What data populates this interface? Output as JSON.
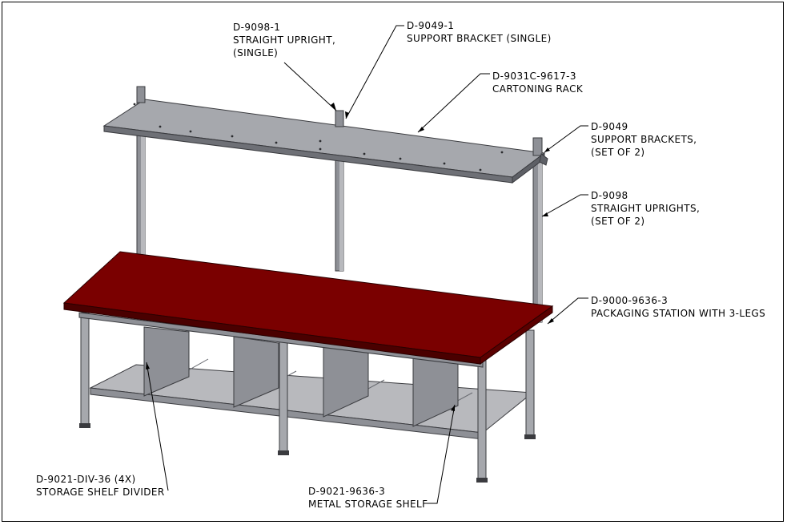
{
  "callouts": {
    "straight_upright_single": {
      "part": "D-9098-1",
      "lines": [
        "STRAIGHT UPRIGHT,",
        "(SINGLE)"
      ]
    },
    "support_bracket_single": {
      "part": "D-9049-1",
      "lines": [
        "SUPPORT BRACKET (SINGLE)"
      ]
    },
    "cartoning_rack": {
      "part": "D-9031C-9617-3",
      "lines": [
        "CARTONING RACK"
      ]
    },
    "support_brackets_set": {
      "part": "D-9049",
      "lines": [
        "SUPPORT BRACKETS,",
        "(SET OF 2)"
      ]
    },
    "straight_uprights_set": {
      "part": "D-9098",
      "lines": [
        "STRAIGHT UPRIGHTS,",
        "(SET OF 2)"
      ]
    },
    "packaging_station": {
      "part": "D-9000-9636-3",
      "lines": [
        "PACKAGING STATION WITH 3-LEGS"
      ]
    },
    "storage_shelf_divider": {
      "part": "D-9021-DIV-36 (4X)",
      "lines": [
        "STORAGE SHELF DIVIDER"
      ]
    },
    "metal_storage_shelf": {
      "part": "D-9021-9636-3",
      "lines": [
        "METAL STORAGE SHELF"
      ]
    }
  },
  "colors": {
    "worktop": "#7a0000",
    "worktop_edge": "#4a0000",
    "metal_light": "#b8b9bd",
    "metal_mid": "#8e9096",
    "metal_dark": "#5e6066",
    "divider": "#9a9ca2",
    "leader": "#000000"
  }
}
